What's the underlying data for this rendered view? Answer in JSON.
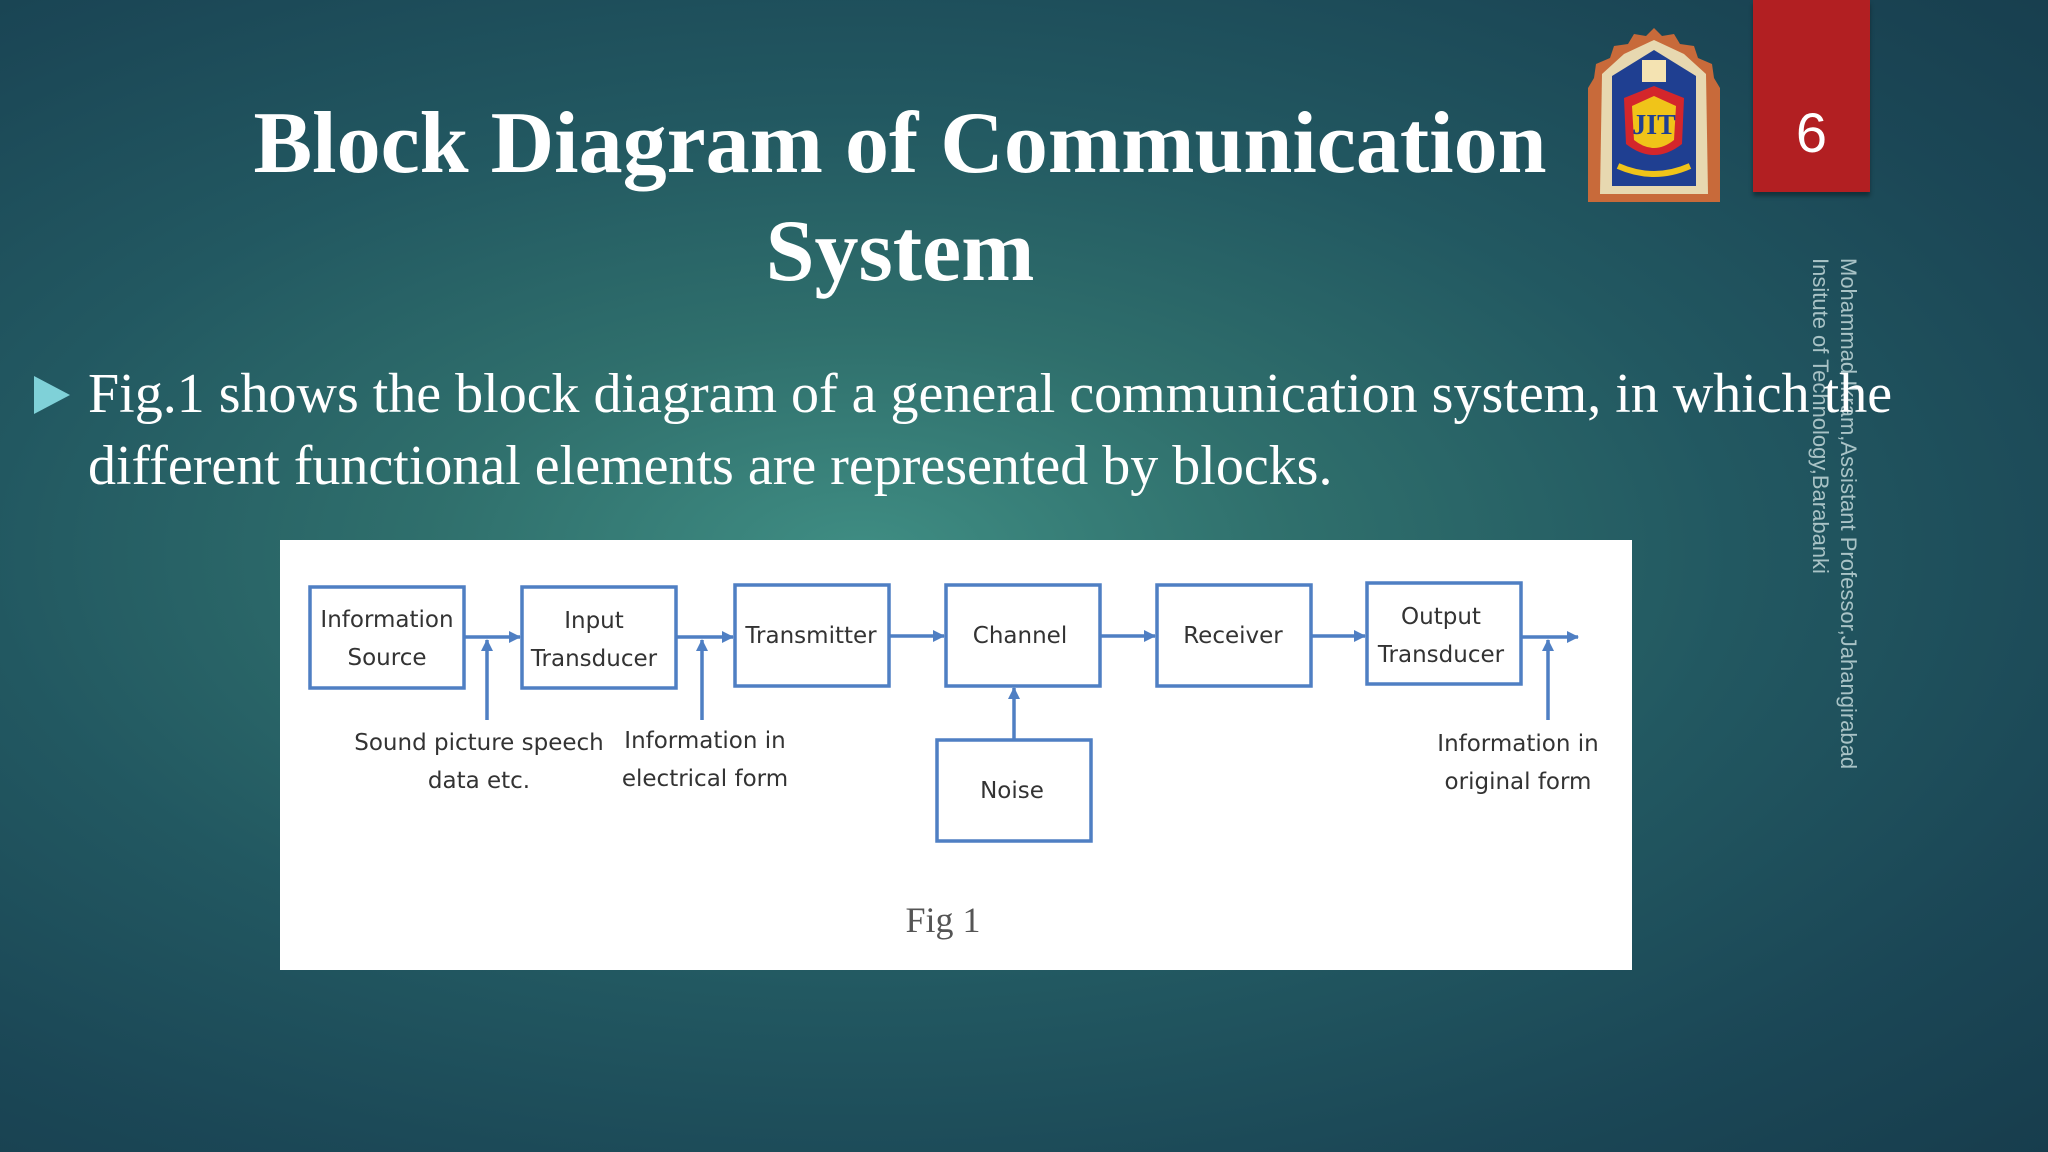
{
  "slide": {
    "title_line1": "Block Diagram of Communication",
    "title_line2": "System",
    "page_number": "6",
    "logo_text": "JIT",
    "credit_line1": "Mohammad Ikram,Assistant Professor,Jahangirabad",
    "credit_line2": "Insitute of Technology,Barabanki",
    "bullet_text": "Fig.1 shows the block diagram of a general communication system, in which the different functional elements are represented  by blocks.",
    "colors": {
      "background": "#225861",
      "page_box": "#b21f22",
      "bullet": "#7fd1d8",
      "diagram_line": "#4f7fc3"
    }
  },
  "figure": {
    "blocks": {
      "info_source_l1": "Information",
      "info_source_l2": "Source",
      "input_l1": "Input",
      "input_l2": "Transducer",
      "transmitter": "Transmitter",
      "channel": "Channel",
      "receiver": "Receiver",
      "output_l1": "Output",
      "output_l2": "Transducer",
      "noise": "Noise"
    },
    "notes": {
      "sound_l1": "Sound picture speech",
      "sound_l2": "data etc.",
      "elec_l1": "Information in",
      "elec_l2": "electrical form",
      "orig_l1": "Information in",
      "orig_l2": "original form"
    },
    "caption": "Fig 1"
  }
}
